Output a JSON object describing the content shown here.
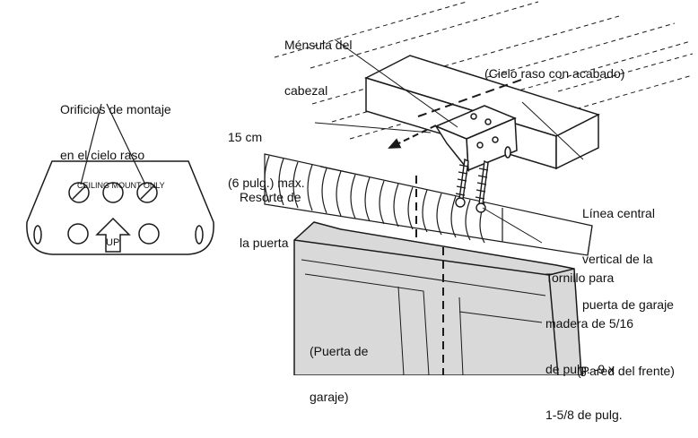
{
  "labels": {
    "mounting_holes": [
      "Orificios de montaje",
      "en el cielo raso"
    ],
    "bracket": [
      "Ménsula del",
      "cabezal"
    ],
    "finished_ceiling": "(Cielo raso con acabado)",
    "max_distance": [
      "15 cm",
      "(6 pulg.) max."
    ],
    "door_spring": [
      "Resorte de",
      "la puerta"
    ],
    "centerline": [
      "Línea central",
      "vertical de la",
      "puerta de garaje"
    ],
    "screw": [
      "Tornillo para",
      "madera de 5/16",
      "de pulg. -9 x",
      "1-5/8 de pulg."
    ],
    "garage_door": [
      "(Puerta de",
      "garaje)"
    ],
    "front_wall": "(Pared del frente)"
  },
  "bracket_detail": {
    "stamp": "CEILING MOUNT ONLY",
    "arrow_label": "UP"
  },
  "colors": {
    "line": "#1a1a1a",
    "door_fill": "#d9d9d9",
    "background": "#ffffff"
  }
}
